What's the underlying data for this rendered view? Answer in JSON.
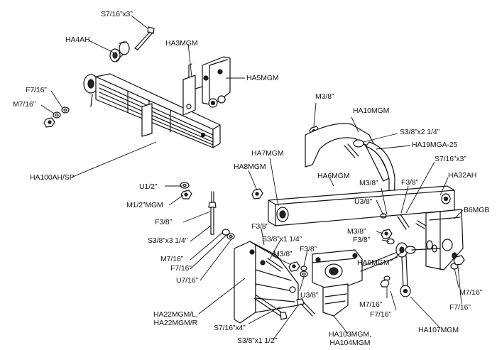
{
  "diagram": {
    "labels": {
      "s7_16x3_top": "S7/16”x3”",
      "ha4ah": "HA4AH",
      "ha3mgm": "HA3MGM",
      "ha5mgm": "HA5MGM",
      "f7_16_a": "F7/16”",
      "m7_16_a": "M7/16”",
      "m3_8_a": "M3/8”",
      "ha10mgm": "HA10MGM",
      "s3_8x2_1_4": "S3/8”x2 1/4”",
      "ha19mga25": "HA19MGA-25",
      "ha7mgm": "HA7MGM",
      "s7_16x3_right": "S7/16”x3”",
      "ha8mgm": "HA8MGM",
      "ha6mgm": "HA6MGM",
      "ha32ah": "HA32AH",
      "ha100ah_sp": "HA100AH/SP",
      "m3_8_b": "M3/8”",
      "f3_8_a": "F3/8”",
      "u1_2": "U1/2”",
      "m1_2mgm": "M1/2”MGM",
      "b6mgb": "B6MGB",
      "u3_8_a": "U3/8”",
      "f3_8_b": "F3/8”",
      "m3_8_c": "M3/8”",
      "f3_8_c": "F3/8”",
      "s3_8x3_1_4": "S3/8”x3 1/4”",
      "f3_8_d": "F3/8”",
      "s3_8x1_1_4": "S3/8”x1 1/4”",
      "m7_16_b": "M7/16”",
      "m3_8_d": "M3/8”",
      "f3_8_e": "F3/8”",
      "ha9mgm": "HA9MGM",
      "f7_16_b": "F7/16”",
      "u7_16": "U7/16”",
      "u3_8_b": "U3/8”",
      "m7_16_c": "M7/16”",
      "m7_16_d": "M7/16”",
      "f7_16_c": "F7/16”",
      "f7_16_d": "F7/16”",
      "ha22mgm": "HA22MGM/L,\nHA22MGM/R",
      "s7_16x4": "S7/16”x4”",
      "ha103mgm": "HA103MGM,\nHA104MGM",
      "ha107mgm": "HA107MGM",
      "s3_8x1_1_2": "S3/8”x1 1/2”"
    }
  }
}
